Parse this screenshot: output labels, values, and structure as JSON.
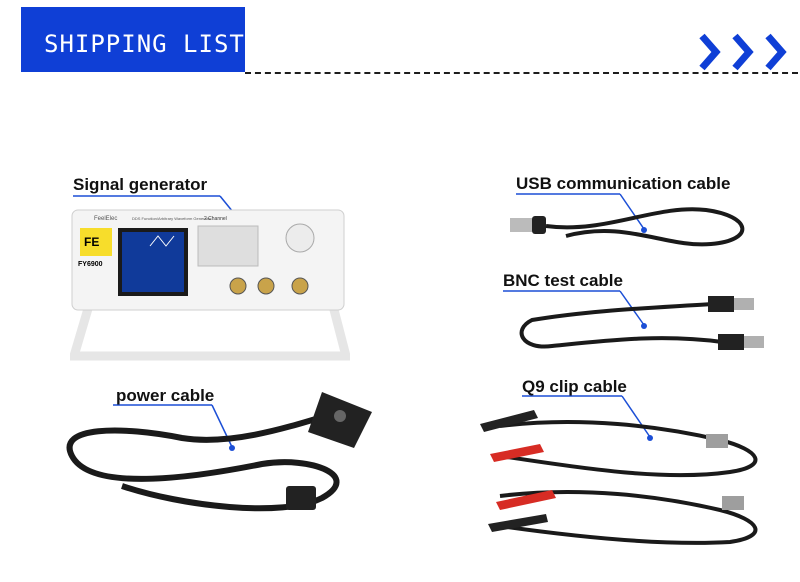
{
  "header": {
    "title": "SHIPPING LIST",
    "accent_color": "#0f3fd6"
  },
  "items": [
    {
      "label": "Signal generator"
    },
    {
      "label": "USB communication cable"
    },
    {
      "label": "BNC test cable"
    },
    {
      "label": "power cable"
    },
    {
      "label": "Q9 clip cable"
    }
  ],
  "device": {
    "brand_logo": "FE",
    "model": "FY6900",
    "brand": "FeelElec",
    "subtitle": "DDS Function/Arbitrary Waveform Generator",
    "channel_tag": "2 Channel"
  }
}
